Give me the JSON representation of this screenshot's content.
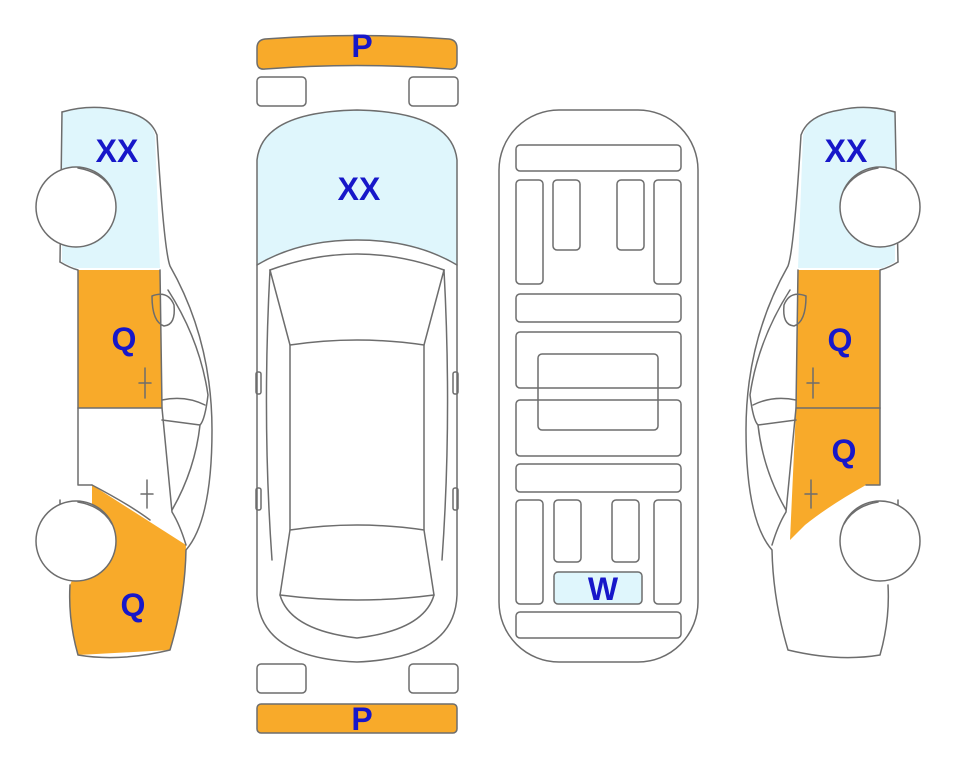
{
  "colors": {
    "orange": "#f8aa2a",
    "light_blue": "#dff6fc",
    "label": "#1717c9",
    "outline": "#6d6d6d"
  },
  "views": {
    "top": {
      "front_bumper": {
        "code": "P",
        "color": "orange"
      },
      "hood": {
        "code": "XX",
        "color": "light_blue"
      },
      "rear_bumper": {
        "code": "P",
        "color": "orange"
      }
    },
    "underside": {
      "rear_panel": {
        "code": "W",
        "color": "light_blue"
      }
    },
    "left_side": {
      "front": {
        "code": "XX",
        "color": "light_blue"
      },
      "front_door": {
        "code": "Q",
        "color": "orange"
      },
      "rear_quarter": {
        "code": "Q",
        "color": "orange"
      }
    },
    "right_side": {
      "front": {
        "code": "XX",
        "color": "light_blue"
      },
      "front_door": {
        "code": "Q",
        "color": "orange"
      },
      "rear_door": {
        "code": "Q",
        "color": "orange"
      }
    }
  }
}
